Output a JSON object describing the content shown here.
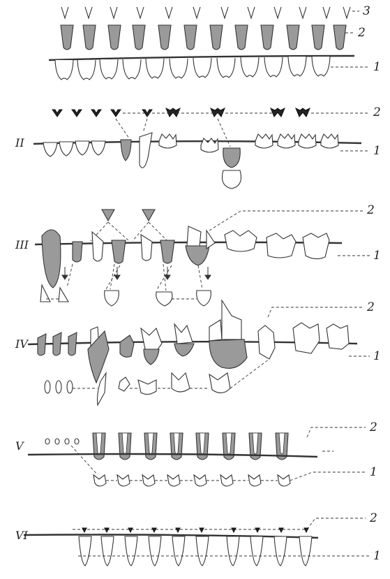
{
  "figure": {
    "rows": [
      {
        "roman": "",
        "labels": [
          "3",
          "2",
          "1"
        ]
      },
      {
        "roman": "II",
        "labels": [
          "2",
          "1"
        ]
      },
      {
        "roman": "III",
        "labels": [
          "2",
          "1"
        ]
      },
      {
        "roman": "IV",
        "labels": [
          "2",
          "1"
        ]
      },
      {
        "roman": "V",
        "labels": [
          "2",
          "1"
        ]
      },
      {
        "roman": "VI",
        "labels": [
          "2",
          "1"
        ]
      }
    ]
  },
  "colors": {
    "ink": "#333333",
    "shade": "#9a9a9a",
    "dark": "#222222"
  }
}
